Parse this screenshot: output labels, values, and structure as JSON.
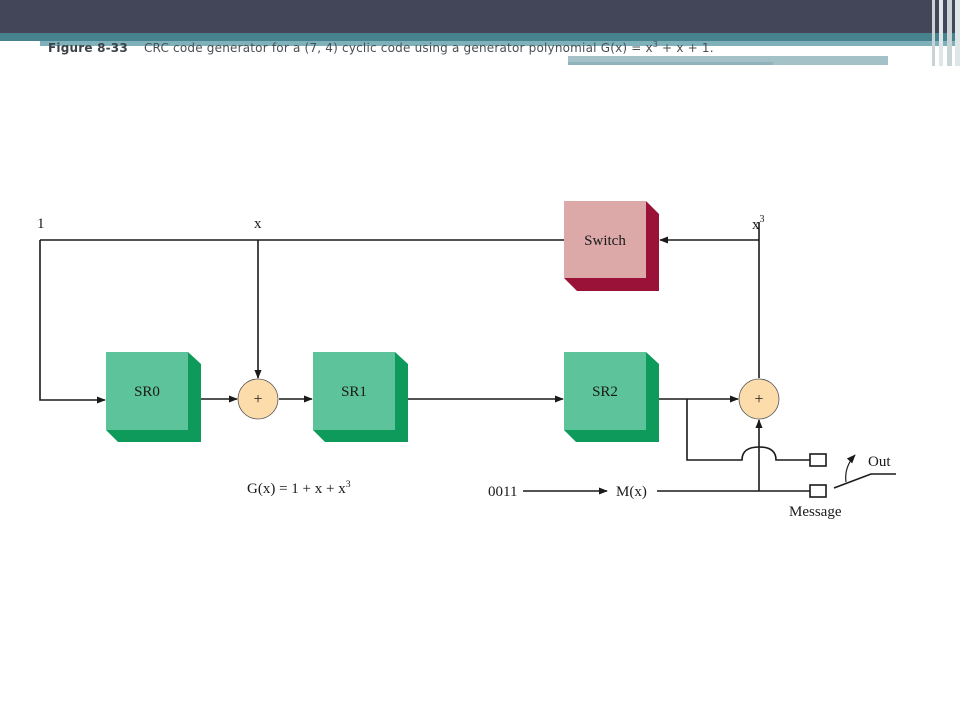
{
  "slide": {
    "caption_label": "Figure 8-33",
    "caption_text": "CRC code generator for a (7, 4) cyclic code using a generator polynomial",
    "caption_poly_prefix": "G(x) = x",
    "caption_poly_exp": "3",
    "caption_poly_suffix": " + x + 1."
  },
  "diagram": {
    "sr0": "SR0",
    "sr1": "SR1",
    "sr2": "SR2",
    "switch": "Switch",
    "plus": "+",
    "tap_one": "1",
    "tap_x": "x",
    "tap_x3_base": "x",
    "tap_x3_exp": "3",
    "poly_prefix": "G(x) = 1 + x + x",
    "poly_exp": "3",
    "message_bits": "0011",
    "message_poly": "M(x)",
    "out_label": "Out",
    "message_label": "Message"
  },
  "colors": {
    "topbar": "#434558",
    "register_face": "#5dc39a",
    "register_side": "#0e9a5a",
    "switch_face": "#dca8a8",
    "switch_side": "#9b1238",
    "adder_fill": "#fbdcaa"
  }
}
